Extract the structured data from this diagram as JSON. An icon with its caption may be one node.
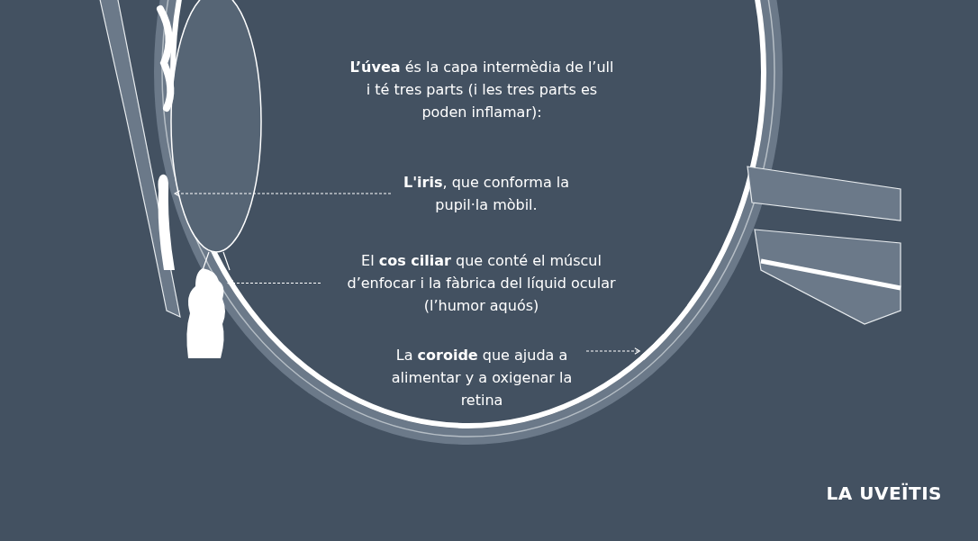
{
  "diagram": {
    "title": "LA UVEÏTIS",
    "nodes": [
      {
        "text": [
          "**L'iris**, que conforma la pupil·la mòbil."
        ]
      },
      {
        "text": [],
        "shape": "picture"
      },
      {
        "text": [
          "El **cos ciliar** que conté el múscul d’enfocar i la fàbrica del líquid ocular (l’humor aquós)"
        ]
      },
      {
        "text": [],
        "shape": "picture"
      },
      {
        "text": [
          "La **coroide** que ajuda a alimentar y a oxigenar la retina"
        ]
      },
      {
        "text": [],
        "shape": "picture"
      }
    ],
    "edges": [
      {
        "from": 0,
        "to": 1,
        "arrow": "to",
        "style": "dashed"
      },
      {
        "from": 2,
        "to": 3,
        "arrow": "to",
        "style": "dashed"
      },
      {
        "from": 4,
        "to": 5,
        "arrow": "to",
        "style": "dashed"
      }
    ],
    "labels": [
      "**L’úvea** és la capa intermèdia de l’ull i té tres parts (i les tres parts es poden inflamar):"
    ]
  }
}
